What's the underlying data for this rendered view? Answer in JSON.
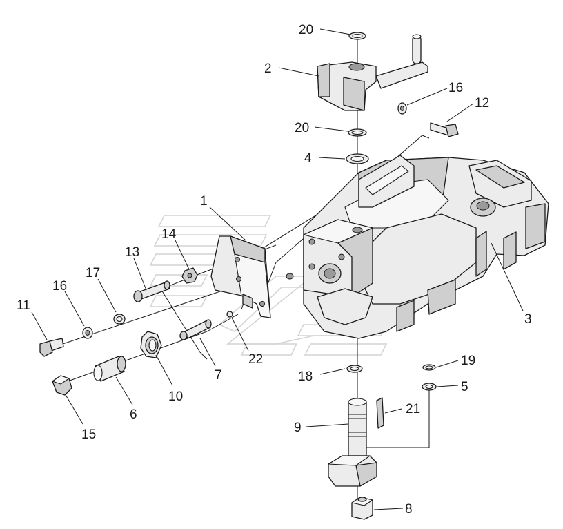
{
  "callouts": {
    "c1": "1",
    "c2": "2",
    "c3": "3",
    "c4": "4",
    "c5": "5",
    "c6": "6",
    "c7": "7",
    "c8": "8",
    "c9": "9",
    "c10": "10",
    "c11": "11",
    "c12": "12",
    "c13": "13",
    "c14": "14",
    "c15": "15",
    "c16a": "16",
    "c16b": "16",
    "c17": "17",
    "c18": "18",
    "c19": "19",
    "c20a": "20",
    "c20b": "20",
    "c21": "21",
    "c22": "22"
  }
}
